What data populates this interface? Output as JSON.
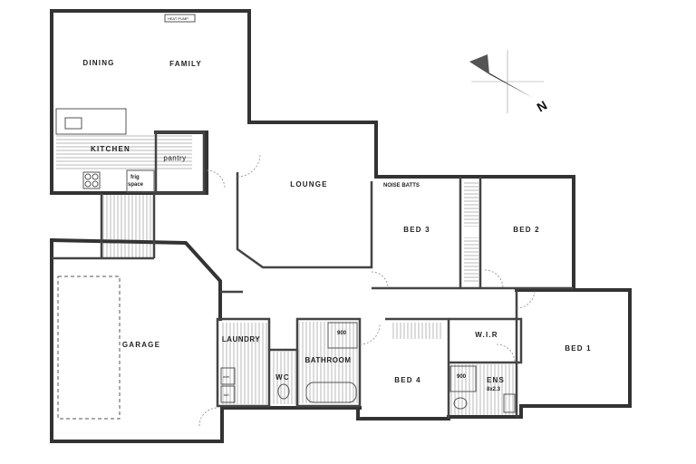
{
  "plan": {
    "rooms": {
      "dining": "DINING",
      "family": "FAMILY",
      "kitchen": "KITCHEN",
      "pantry": "pantry",
      "frig": "frig",
      "frig_space": "space",
      "lounge": "LOUNGE",
      "bed3": "BED 3",
      "bed2": "BED 2",
      "bed1": "BED 1",
      "bed4": "BED 4",
      "garage": "GARAGE",
      "laundry": "LAUNDRY",
      "wc": "WC",
      "bathroom": "BATHROOM",
      "wir": "W.I.R",
      "ens": "ENS",
      "ens_size": "8x2.3"
    },
    "annotations": {
      "heat_pump": "HEAT PUMP",
      "noise_batts": "NOISE BATTS",
      "shower_bath": "900",
      "shower_ens": "900",
      "wm": "w/m",
      "tub": "tub"
    },
    "compass": {
      "label": "N"
    },
    "colors": {
      "wall": "#333333",
      "hatch": "#777777",
      "background": "#ffffff"
    }
  }
}
